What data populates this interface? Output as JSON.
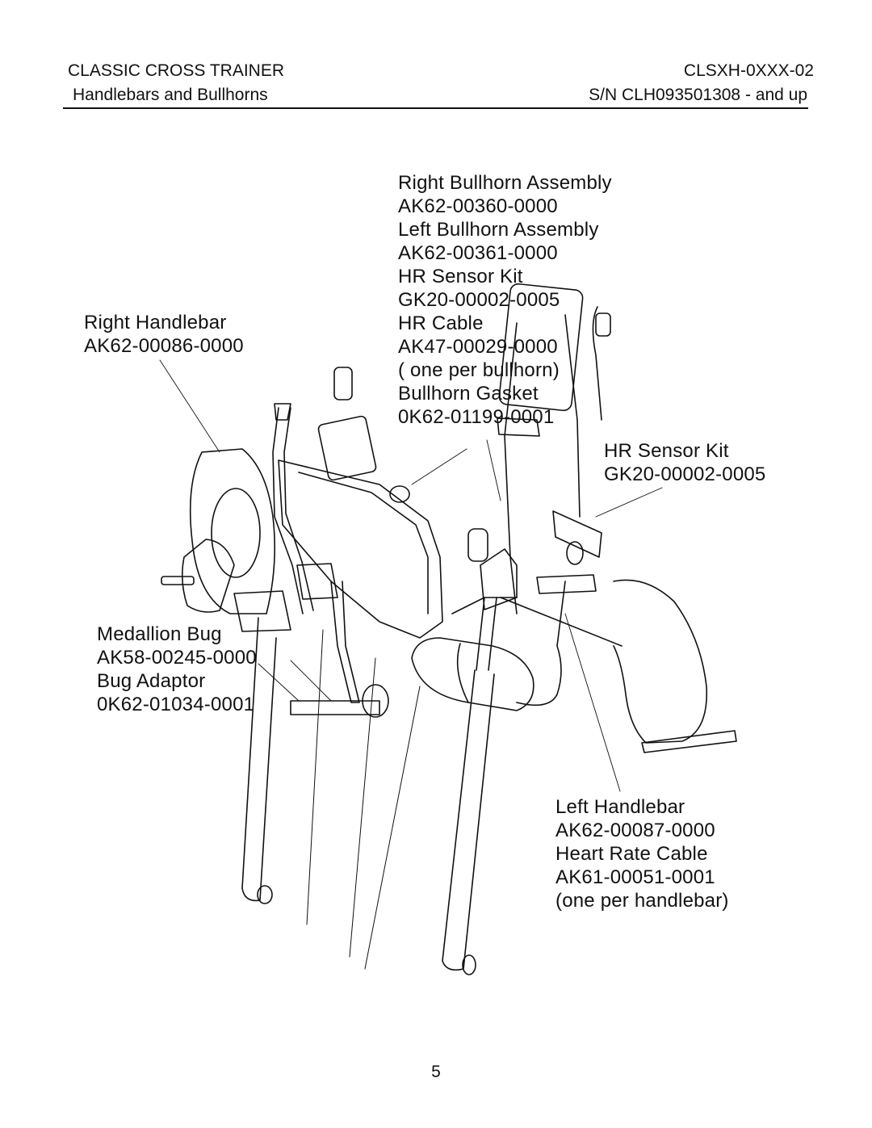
{
  "header": {
    "title": "CLASSIC CROSS TRAINER",
    "subtitle": "Handlebars and Bullhorns",
    "model": "CLSXH-0XXX-02",
    "serial": "S/N CLH093501308 - and up"
  },
  "callouts": {
    "bullhorn": [
      "Right Bullhorn Assembly",
      "AK62-00360-0000",
      "Left Bullhorn Assembly",
      "AK62-00361-0000",
      "HR Sensor Kit",
      "GK20-00002-0005",
      "HR Cable",
      "AK47-00029-0000",
      "( one per bullhorn)",
      "Bullhorn Gasket",
      "0K62-01199-0001"
    ],
    "right_handlebar": [
      "Right Handlebar",
      "AK62-00086-0000"
    ],
    "hr_sensor_kit": [
      "HR Sensor Kit",
      "GK20-00002-0005"
    ],
    "medallion": [
      "Medallion Bug",
      "AK58-00245-0000",
      "Bug Adaptor",
      "0K62-01034-0001"
    ],
    "left_handlebar": [
      "Left Handlebar",
      "AK62-00087-0000",
      "Heart Rate Cable",
      "AK61-00051-0001",
      "(one per handlebar)"
    ]
  },
  "page_number": "5"
}
